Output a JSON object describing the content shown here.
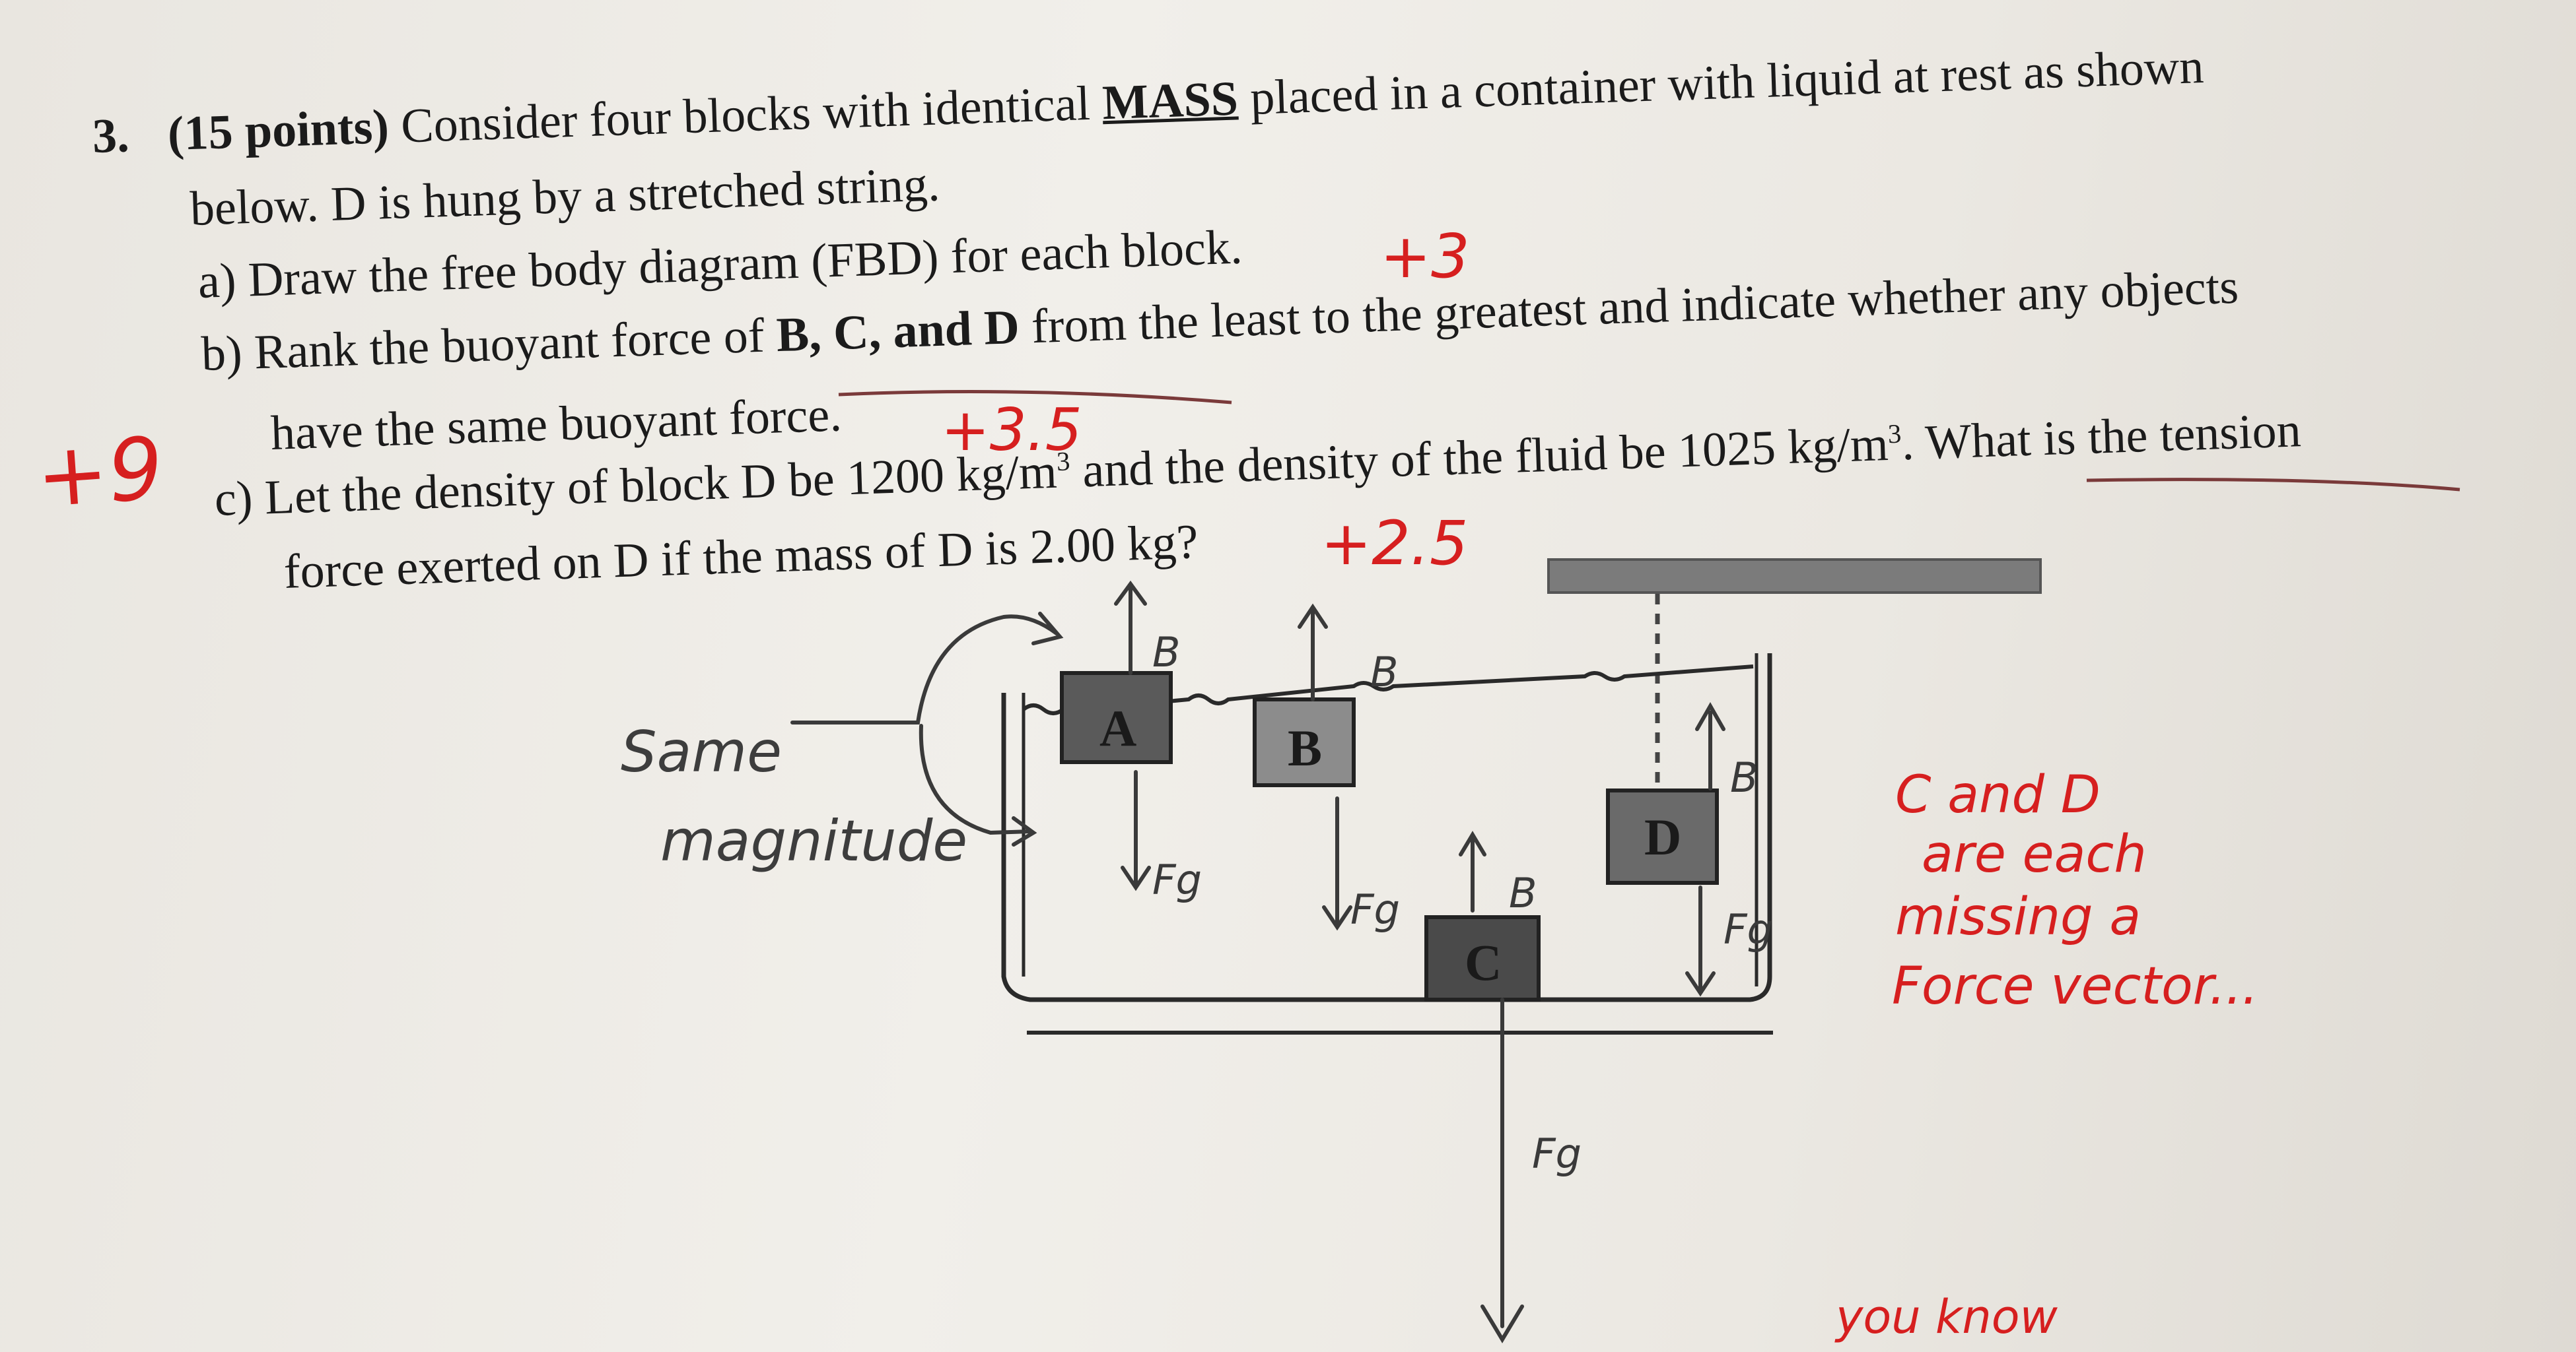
{
  "question": {
    "number": "3.",
    "points": "(15 points)",
    "intro_1": " Consider four blocks with identical ",
    "intro_mass": "MASS",
    "intro_2": " placed in a container with liquid at rest as shown",
    "intro_line2": "below. D is hung by a stretched string.",
    "part_a": "a) Draw the free body diagram (FBD) for each block.",
    "part_b_1": "b) Rank the buoyant force of ",
    "part_b_bold": "B, C, and D",
    "part_b_2": " from the least to the greatest and indicate whether any objects",
    "part_b_line2": "have the same buoyant force.",
    "part_c_1": "c) Let the density of block D be 1200 kg/m",
    "part_c_sup1": "3",
    "part_c_2": " and the density of the fluid be 1025 kg/m",
    "part_c_sup2": "3",
    "part_c_3": ". What is the tension",
    "part_c_line2": "force exerted on D if the mass of D is 2.00 kg?"
  },
  "grading": {
    "score_a": "+3",
    "score_b": "+3.5",
    "score_c": "+2.5",
    "total": "+9",
    "comment_lines": [
      "C and D",
      "are each",
      "missing a",
      "Force vector..."
    ],
    "bottom_note": "you know"
  },
  "diagram": {
    "blocks": [
      "A",
      "B",
      "C",
      "D"
    ],
    "student_notes": {
      "same": "Same",
      "magnitude": "magnitude",
      "buoyant": "B",
      "gravity": "Fg"
    }
  },
  "colors": {
    "ink": "#1b1b1b",
    "grader_red": "#d61f1f",
    "pencil": "#3d3d3d",
    "block_fill": "#5a5a5a",
    "paper": "#efece6"
  }
}
